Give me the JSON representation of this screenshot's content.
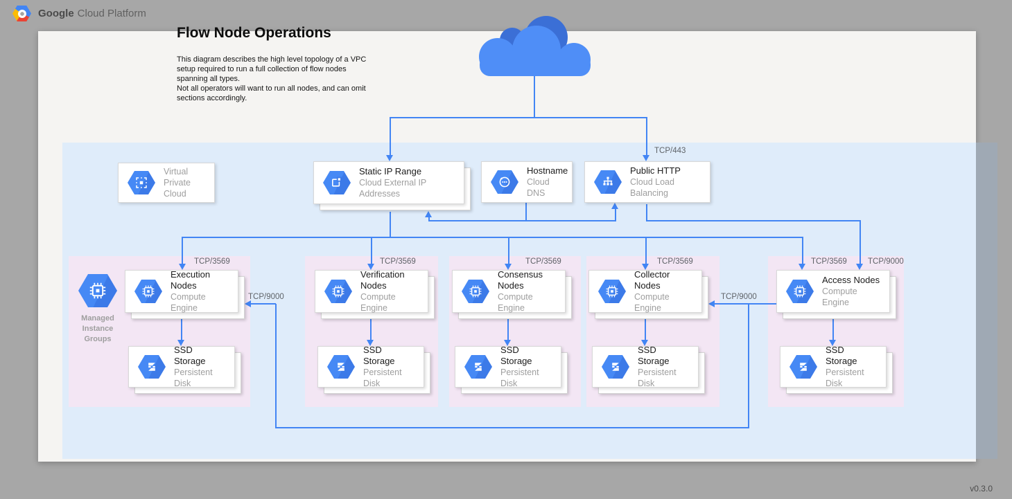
{
  "header": {
    "brand_bold": "Google",
    "brand_rest": "Cloud Platform"
  },
  "title": "Flow Node Operations",
  "description": {
    "p1": "This diagram describes the high level topology of a VPC setup required to run a full collection of flow nodes spanning all types.",
    "p2": "Not all operators will want to run all nodes, and can omit sections accordingly."
  },
  "version": "v0.3.0",
  "colors": {
    "accent_blue": "#4285f4",
    "region_blue": "#dfecfa",
    "group_pink": "#f3e6f4",
    "canvas": "#f5f4f2",
    "backdrop_gray": "#a7a7a7"
  },
  "ports": {
    "tcp443": "TCP/443",
    "tcp3569": "TCP/3569",
    "tcp9000": "TCP/9000"
  },
  "vpc_card": {
    "line1": "Virtual",
    "line2": "Private Cloud"
  },
  "top_cards": {
    "static_ip": {
      "title": "Static IP Range",
      "subtitle": "Cloud External IP Addresses"
    },
    "hostname": {
      "title": "Hostname",
      "subtitle": "Cloud DNS"
    },
    "public_http": {
      "title": "Public HTTP",
      "subtitle": "Cloud Load Balancing"
    }
  },
  "mig": {
    "l1": "Managed",
    "l2": "Instance",
    "l3": "Groups"
  },
  "groups": [
    {
      "title": "Execution Nodes",
      "subtitle": "Compute Engine",
      "ssd_title": "SSD Storage",
      "ssd_subtitle": "Persistent Disk"
    },
    {
      "title": "Verification Nodes",
      "subtitle": "Compute Engine",
      "ssd_title": "SSD Storage",
      "ssd_subtitle": "Persistent Disk"
    },
    {
      "title": "Consensus Nodes",
      "subtitle": "Compute Engine",
      "ssd_title": "SSD Storage",
      "ssd_subtitle": "Persistent Disk"
    },
    {
      "title": "Collector Nodes",
      "subtitle": "Compute Engine",
      "ssd_title": "SSD Storage",
      "ssd_subtitle": "Persistent Disk"
    },
    {
      "title": "Access Nodes",
      "subtitle": "Compute Engine",
      "ssd_title": "SSD Storage",
      "ssd_subtitle": "Persistent Disk"
    }
  ]
}
